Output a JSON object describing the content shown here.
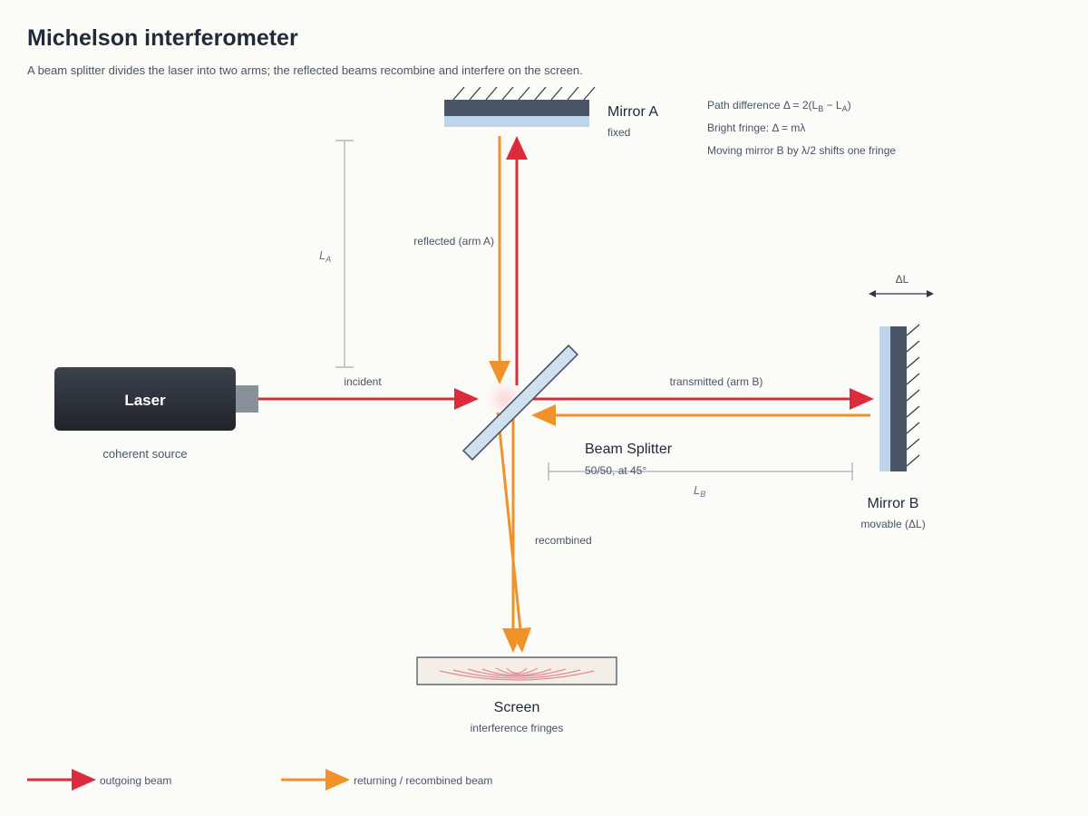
{
  "title": "Michelson interferometer",
  "subtitle": "A beam splitter divides the laser into two arms; the reflected beams recombine and interfere on the screen.",
  "components": {
    "laser": {
      "name": "Laser",
      "note": "coherent source"
    },
    "mirror_a": {
      "name": "Mirror A",
      "note": "fixed"
    },
    "mirror_b": {
      "name": "Mirror B",
      "note": "movable (ΔL)"
    },
    "beam_splitter": {
      "name": "Beam Splitter",
      "note": "50/50, at 45°"
    },
    "screen": {
      "name": "Screen",
      "note": "interference fringes"
    }
  },
  "beam_labels": {
    "incident": "incident",
    "reflected": "reflected (arm A)",
    "transmitted": "transmitted (arm B)",
    "recombined": "recombined"
  },
  "dimensions": {
    "la_main": "L",
    "la_sub": "A",
    "lb_main": "L",
    "lb_sub": "B",
    "delta_l": "ΔL"
  },
  "equations": {
    "eq1_pre": "Path difference Δ = 2(L",
    "eq1_sub1": "B",
    "eq1_mid": " − L",
    "eq1_sub2": "A",
    "eq1_post": ")",
    "eq2": "Bright fringe: Δ = mλ",
    "eq3": "Moving mirror B by λ/2 shifts one fringe"
  },
  "legend": {
    "outgoing": "outgoing beam",
    "returning": "returning / recombined beam"
  },
  "colors": {
    "outgoing": "#dc2b3c",
    "returning": "#f0922a",
    "mirror_dark": "#4a5568",
    "mirror_glass": "#bdd4ea",
    "laser_body": "#2b3038",
    "dimension": "#a4adb9"
  }
}
